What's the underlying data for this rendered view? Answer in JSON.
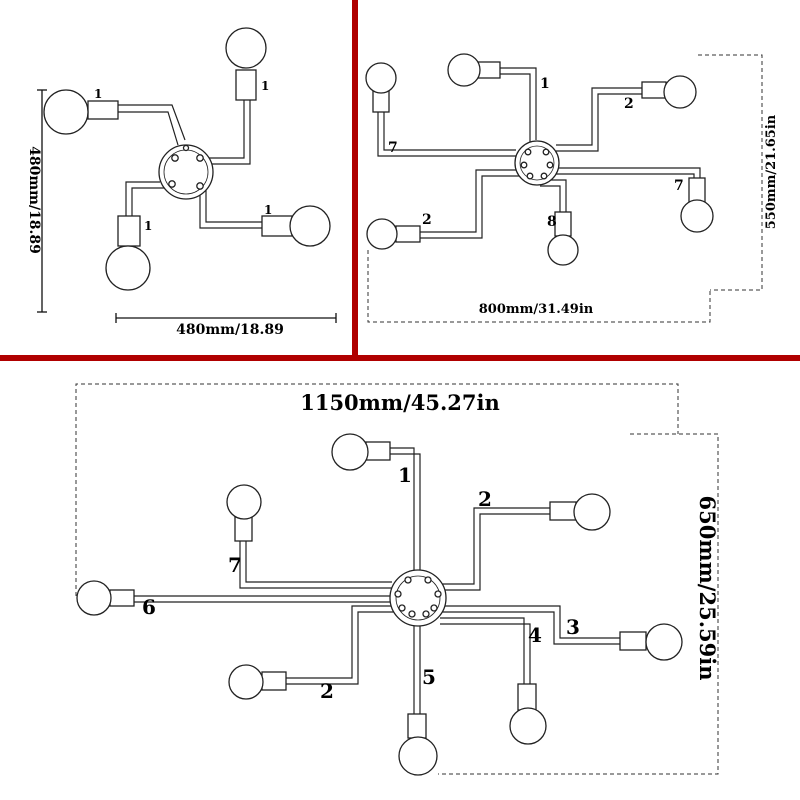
{
  "colors": {
    "divider": "#b00000",
    "ink": "#111111",
    "background": "#ffffff"
  },
  "panel_a": {
    "width_dim": "480mm/18.89",
    "height_dim": "480mm/18.89",
    "arm_labels": [
      "1",
      "1",
      "1",
      "1"
    ]
  },
  "panel_b": {
    "width_dim": "800mm/31.49in",
    "height_dim": "550mm/21.65in",
    "arm_labels": [
      "1",
      "2",
      "7",
      "2",
      "8",
      "7"
    ]
  },
  "panel_c": {
    "width_dim": "1150mm/45.27in",
    "height_dim": "650mm/25.59in",
    "arm_labels": [
      "1",
      "2",
      "7",
      "6",
      "3",
      "4",
      "2",
      "5"
    ]
  }
}
